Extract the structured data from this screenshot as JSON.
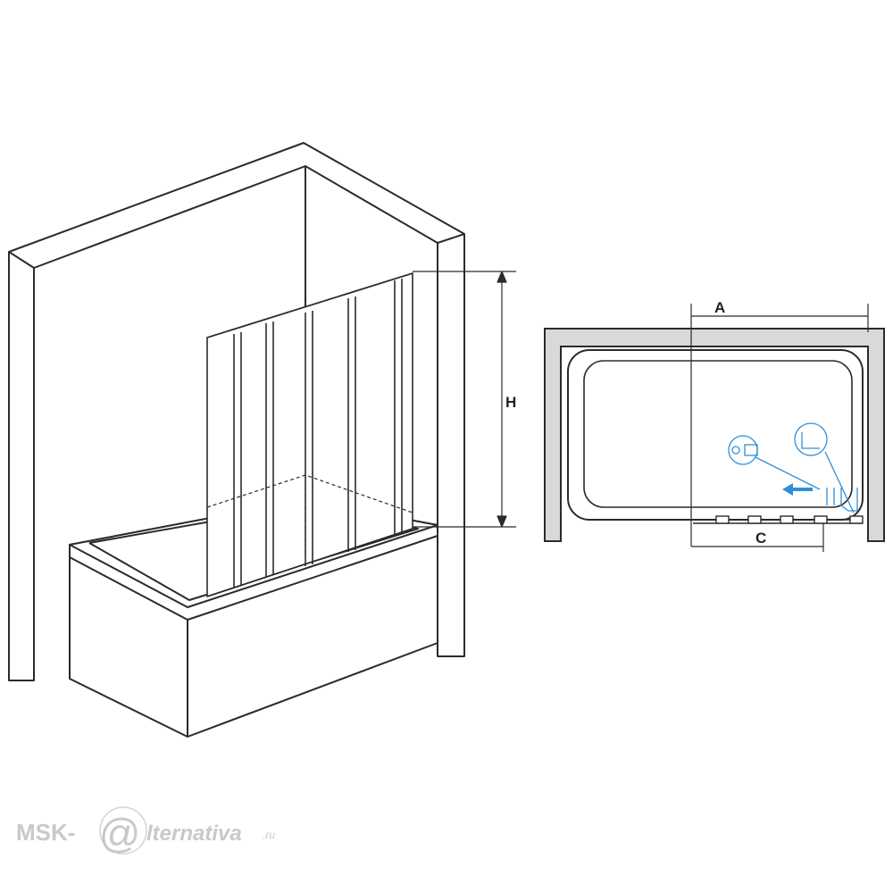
{
  "labels": {
    "height": "H",
    "width": "A",
    "door": "C"
  },
  "watermark": {
    "prefix": "MSK-",
    "at": "@",
    "suffix": "lternativa",
    "domain": ".ru"
  },
  "colors": {
    "line": "#2b2b2b",
    "wall_fill": "#d9d9d9",
    "accent": "#2f8fd6",
    "watermark": "#c9c9c9"
  }
}
